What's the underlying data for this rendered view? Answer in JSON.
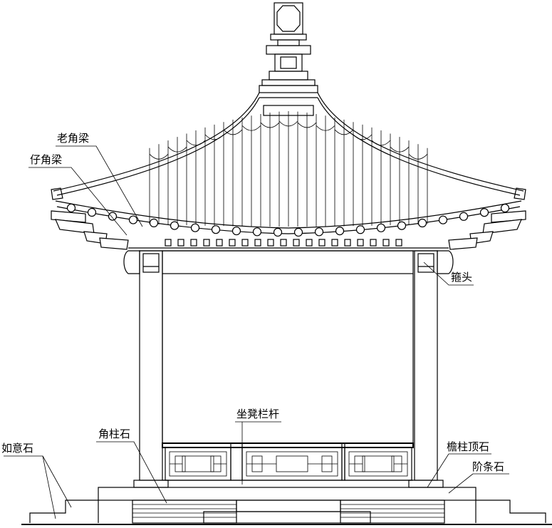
{
  "labels": {
    "lao_jiao_liang": "老角梁",
    "zi_jiao_liang": "仔角梁",
    "gu_tou": "箍头",
    "zuo_deng_lan_gan": "坐凳栏杆",
    "jiao_zhu_shi": "角柱石",
    "ru_yi_shi": "如意石",
    "yan_zhu_ding_shi": "檐柱顶石",
    "jie_tiao_shi": "阶条石"
  },
  "colors": {
    "line": "#000000",
    "background": "#ffffff"
  }
}
